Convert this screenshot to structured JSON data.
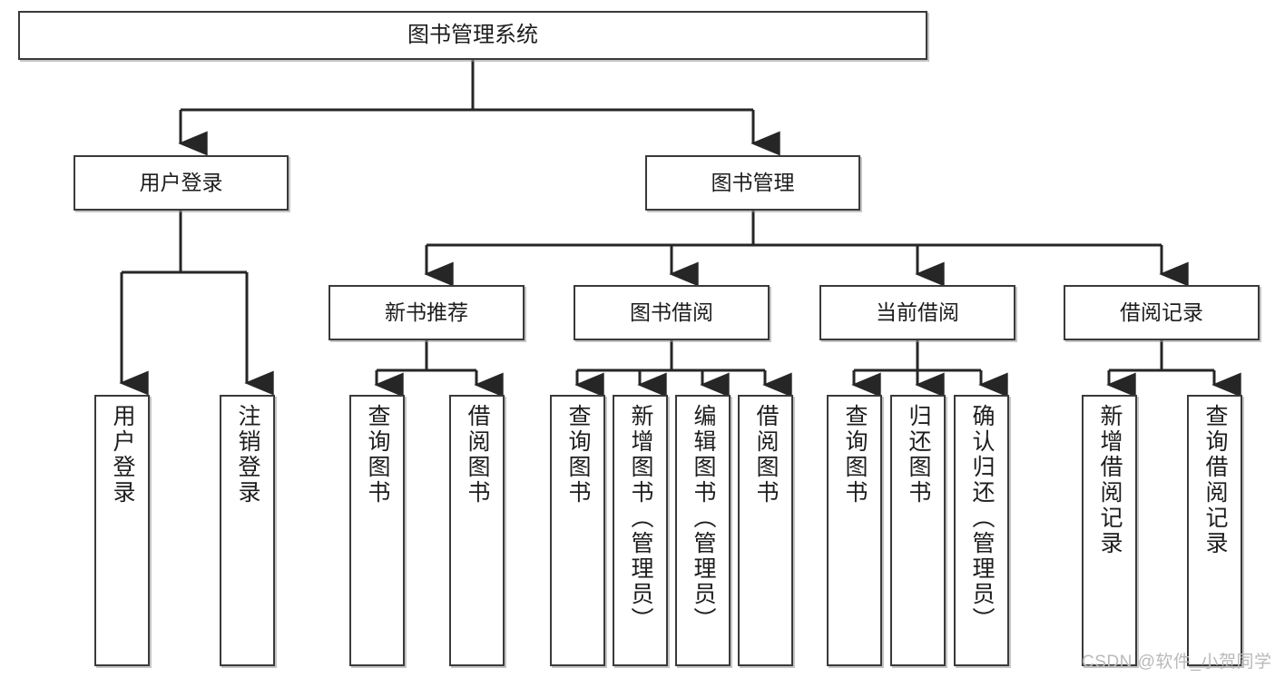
{
  "diagram": {
    "type": "tree",
    "title": "图书管理系统",
    "watermark": "CSDN @软件_小贺同学",
    "colors": {
      "box_border": "#3a3a3a",
      "box_fill": "#ffffff",
      "wire": "#262626",
      "text": "#1d1d1d",
      "watermark": "#b9b9b9"
    },
    "root": {
      "label": "图书管理系统"
    },
    "level2": [
      {
        "label": "用户登录"
      },
      {
        "label": "图书管理"
      }
    ],
    "level3": [
      {
        "label": "新书推荐"
      },
      {
        "label": "图书借阅"
      },
      {
        "label": "当前借阅"
      },
      {
        "label": "借阅记录"
      }
    ],
    "leaves": {
      "user_login": [
        {
          "label": "用户登录"
        },
        {
          "label": "注销登录"
        }
      ],
      "new_book": [
        {
          "label": "查询图书"
        },
        {
          "label": "借阅图书"
        }
      ],
      "book_borrow": [
        {
          "label": "查询图书"
        },
        {
          "label": "新增图书（管理员）"
        },
        {
          "label": "编辑图书（管理员）"
        },
        {
          "label": "借阅图书"
        }
      ],
      "current_borrow": [
        {
          "label": "查询图书"
        },
        {
          "label": "归还图书"
        },
        {
          "label": "确认归还（管理员）"
        }
      ],
      "borrow_record": [
        {
          "label": "新增借阅记录"
        },
        {
          "label": "查询借阅记录"
        }
      ]
    }
  }
}
